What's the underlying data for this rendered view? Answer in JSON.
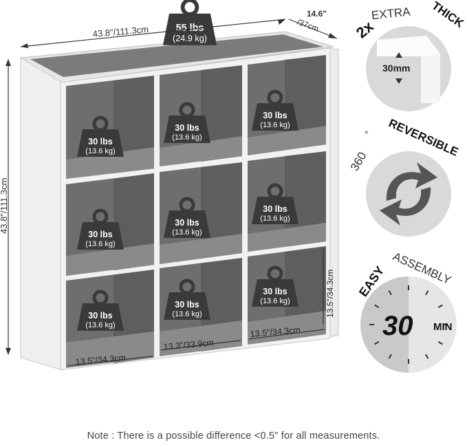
{
  "dimensions": {
    "width": "43.8\"/111.3cm",
    "depth_in": "14.6\"",
    "depth_cm": "/37cm",
    "height": "43.8\"/111.3cm",
    "cube_width_left": "13.5\"/34.3cm",
    "cube_width_middle": "13.3\"/33.9cm",
    "cube_width_right": "13.5\"/34.3cm",
    "cube_height": "13.5\"/34.3cm"
  },
  "weights": {
    "top": {
      "lbs": "55 lbs",
      "kg": "(24.9 kg)"
    },
    "cube": {
      "lbs": "30 lbs",
      "kg": "(13.6 kg)"
    }
  },
  "features": {
    "thick": {
      "prefix": "2x",
      "middle": " EXTRA ",
      "highlight": "THICK",
      "thickness": "30mm"
    },
    "reversible": {
      "prefix": "360",
      "degree": "°",
      "highlight": "REVERSIBLE"
    },
    "assembly": {
      "highlight": "EASY",
      "rest": " ASSEMBLY",
      "number": "30",
      "unit": "MIN"
    }
  },
  "note": "Note : There is a possible difference <0.5\" for all measurements.",
  "colors": {
    "frame": "#efefef",
    "cube_back": "#6e6e6e",
    "cube_side": "#5a5a5a",
    "shelf": "#888888",
    "badge": "#d9d9d9",
    "dark": "#555555",
    "weight_icon": "#3a3a3a"
  }
}
